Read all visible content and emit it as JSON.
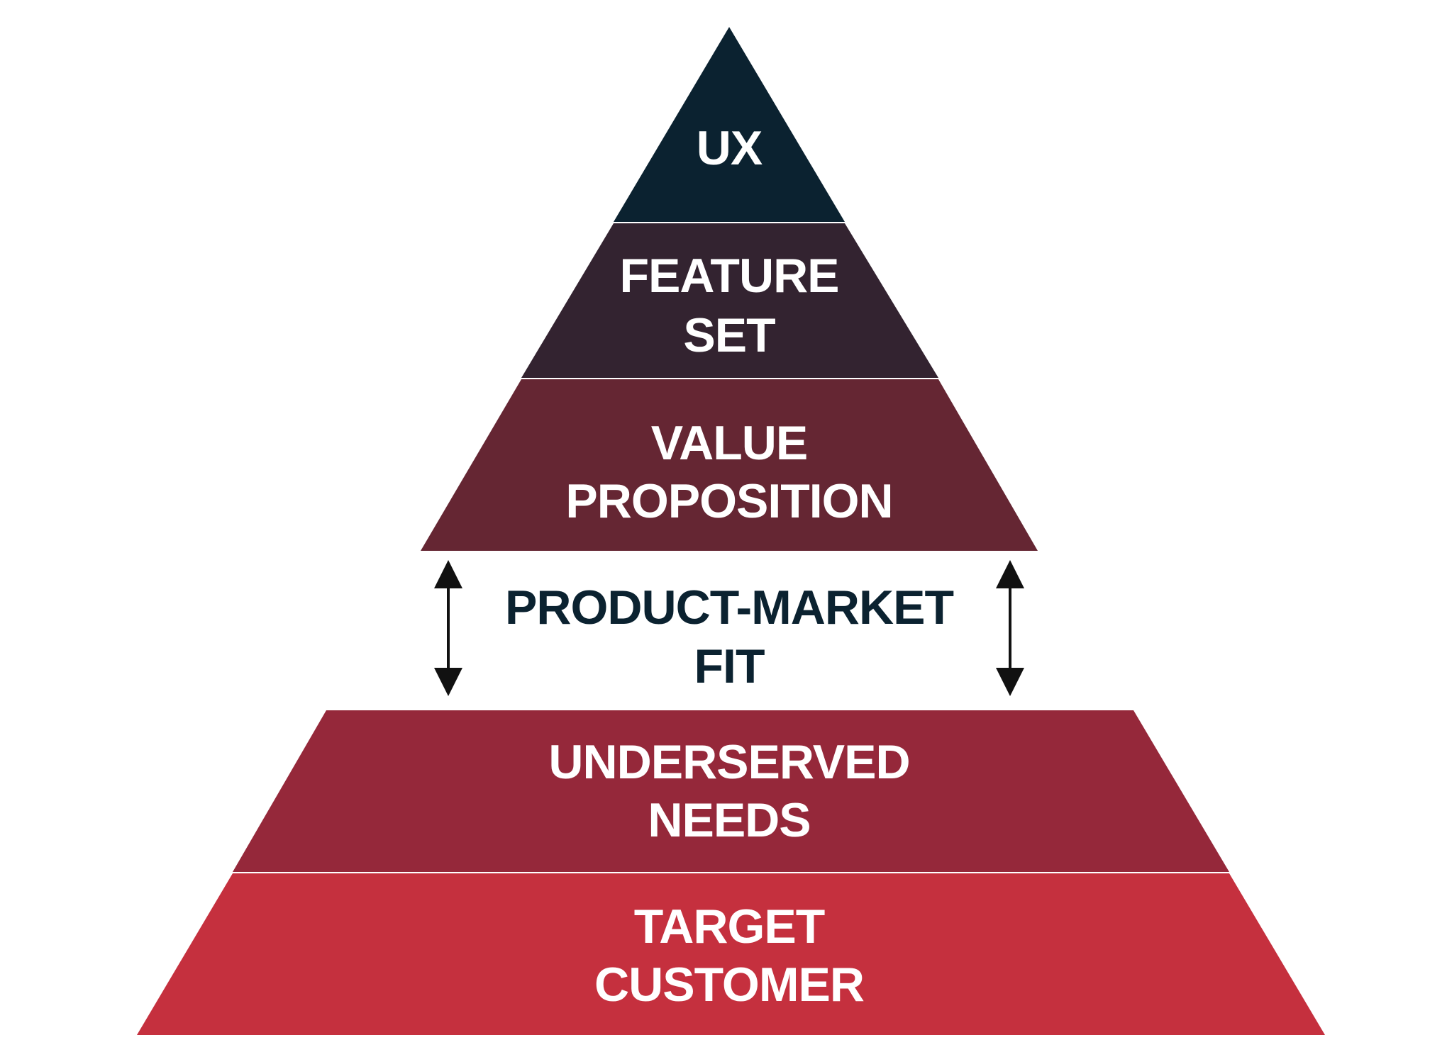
{
  "diagram": {
    "tiers": [
      {
        "id": "ux",
        "lines": [
          "UX"
        ],
        "color": "#0b2230"
      },
      {
        "id": "feature-set",
        "lines": [
          "FEATURE",
          "SET"
        ],
        "color": "#332330"
      },
      {
        "id": "value-proposition",
        "lines": [
          "VALUE",
          "PROPOSITION"
        ],
        "color": "#652633"
      },
      {
        "id": "underserved-needs",
        "lines": [
          "UNDERSERVED",
          "NEEDS"
        ],
        "color": "#95283a"
      },
      {
        "id": "target-customer",
        "lines": [
          "TARGET",
          "CUSTOMER"
        ],
        "color": "#c5303e"
      }
    ],
    "fit": {
      "lines": [
        "PRODUCT-MARKET",
        "FIT"
      ],
      "color": "#0b2230"
    }
  }
}
